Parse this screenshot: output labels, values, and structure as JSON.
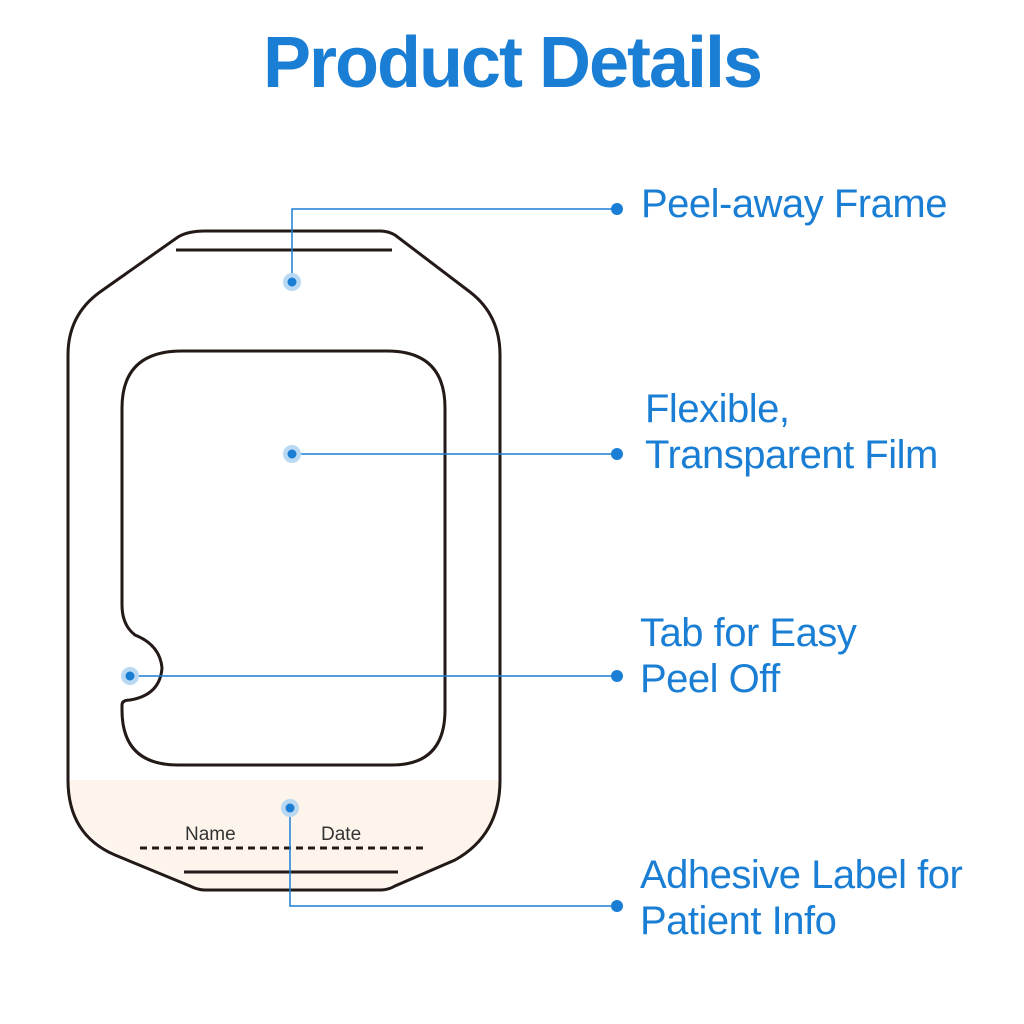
{
  "title": "Product Details",
  "colors": {
    "accent": "#1a7fd4",
    "outline": "#231a17",
    "label_area": "#fdf5ec",
    "dot_halo": "#b9d8f2",
    "field_text": "#333333"
  },
  "callouts": [
    {
      "lines": [
        "Peel-away Frame"
      ]
    },
    {
      "lines": [
        "Flexible,",
        "Transparent Film"
      ]
    },
    {
      "lines": [
        "Tab for Easy",
        "Peel Off"
      ]
    },
    {
      "lines": [
        "Adhesive Label for",
        "Patient Info"
      ]
    }
  ],
  "label_fields": {
    "name": "Name",
    "date": "Date"
  }
}
